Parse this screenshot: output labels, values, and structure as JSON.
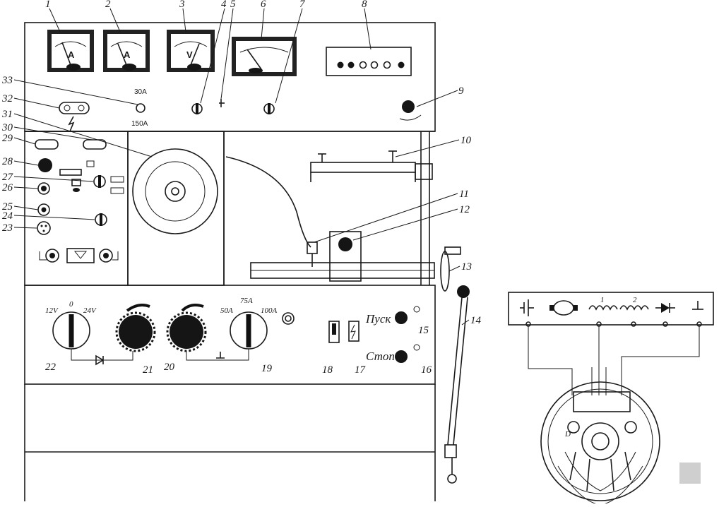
{
  "callouts": [
    "1",
    "2",
    "3",
    "4",
    "5",
    "6",
    "7",
    "8",
    "9",
    "10",
    "11",
    "12",
    "13",
    "14",
    "15",
    "16",
    "17",
    "18",
    "19",
    "20",
    "21",
    "22",
    "23",
    "24",
    "25",
    "26",
    "27",
    "28",
    "29",
    "30",
    "31",
    "32",
    "33"
  ],
  "meters": [
    {
      "letter": "A",
      "callout": "1"
    },
    {
      "letter": "A",
      "callout": "2"
    },
    {
      "letter": "V",
      "callout": "3"
    }
  ],
  "switch_33": {
    "top": "30А",
    "bottom": "150А"
  },
  "selector_22": {
    "left": "12V",
    "middle": "0",
    "right": "24V"
  },
  "selector_19": {
    "left": "50A",
    "middle": "75A",
    "right": "100A"
  },
  "buttons": {
    "start": "Пуск",
    "stop": "Стоп"
  },
  "wiring_diagram": {
    "coil1": "1",
    "coil2": "2",
    "terminals": "D"
  },
  "icons": [
    "meter-icon",
    "toggle-switch-icon",
    "rotary-switch-icon",
    "knob-icon",
    "push-button-icon",
    "pulley-icon",
    "diode-icon",
    "ground-icon",
    "battery-icon",
    "coil-icon",
    "motor-icon",
    "handwheel-icon",
    "lever-icon",
    "lightning-icon"
  ]
}
